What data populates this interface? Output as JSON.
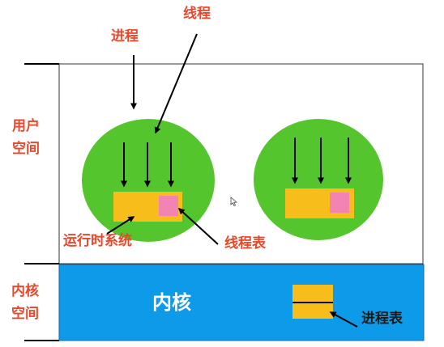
{
  "labels": {
    "thread": "线程",
    "process": "进程",
    "user_space": [
      "用户",
      "空间"
    ],
    "kernel_space": [
      "内核",
      "空间"
    ],
    "runtime_system": "运行时系统",
    "thread_table": "线程表",
    "kernel": "内核",
    "process_table": "进程表"
  },
  "colors": {
    "process_circle": "#55c52e",
    "runtime_box": "#f7bd1a",
    "thread_table_box": "#f383b0",
    "kernel_area": "#0d9ae9",
    "process_table_box": "#f7bd1a",
    "red_text": "#e8492c",
    "arrow": "#000000"
  },
  "icons": {
    "cursor": "mouse-cursor-icon"
  }
}
